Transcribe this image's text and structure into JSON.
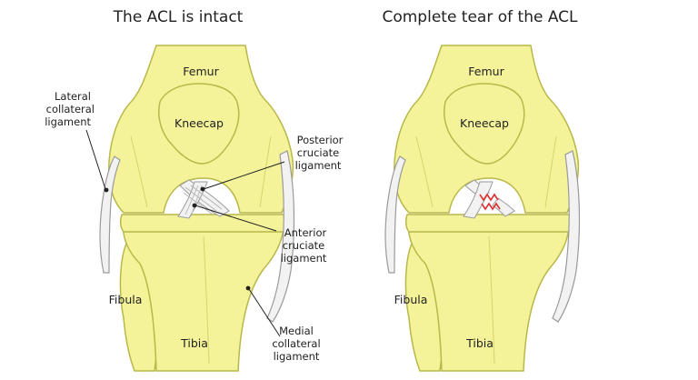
{
  "panels": [
    {
      "title": "The ACL is intact",
      "labels": {
        "femur": "Femur",
        "kneecap": "Kneecap",
        "fibula": "Fibula",
        "tibia": "Tibia"
      }
    },
    {
      "title": "Complete tear of the ACL",
      "labels": {
        "femur": "Femur",
        "kneecap": "Kneecap",
        "fibula": "Fibula",
        "tibia": "Tibia"
      }
    }
  ],
  "annotations": {
    "lcl": [
      "Lateral",
      "collateral",
      "ligament"
    ],
    "pcl": [
      "Posterior",
      "cruciate",
      "ligament"
    ],
    "acl": [
      "Anterior",
      "cruciate",
      "ligament"
    ],
    "mcl": [
      "Medial",
      "collateral",
      "ligament"
    ]
  },
  "colors": {
    "bone_fill": "#f5f39a",
    "bone_stroke": "#b8b84a",
    "ligament_fill": "#f2f2f2",
    "ligament_stroke": "#9a9a9a",
    "tear": "#e23030",
    "leader": "#222222"
  }
}
